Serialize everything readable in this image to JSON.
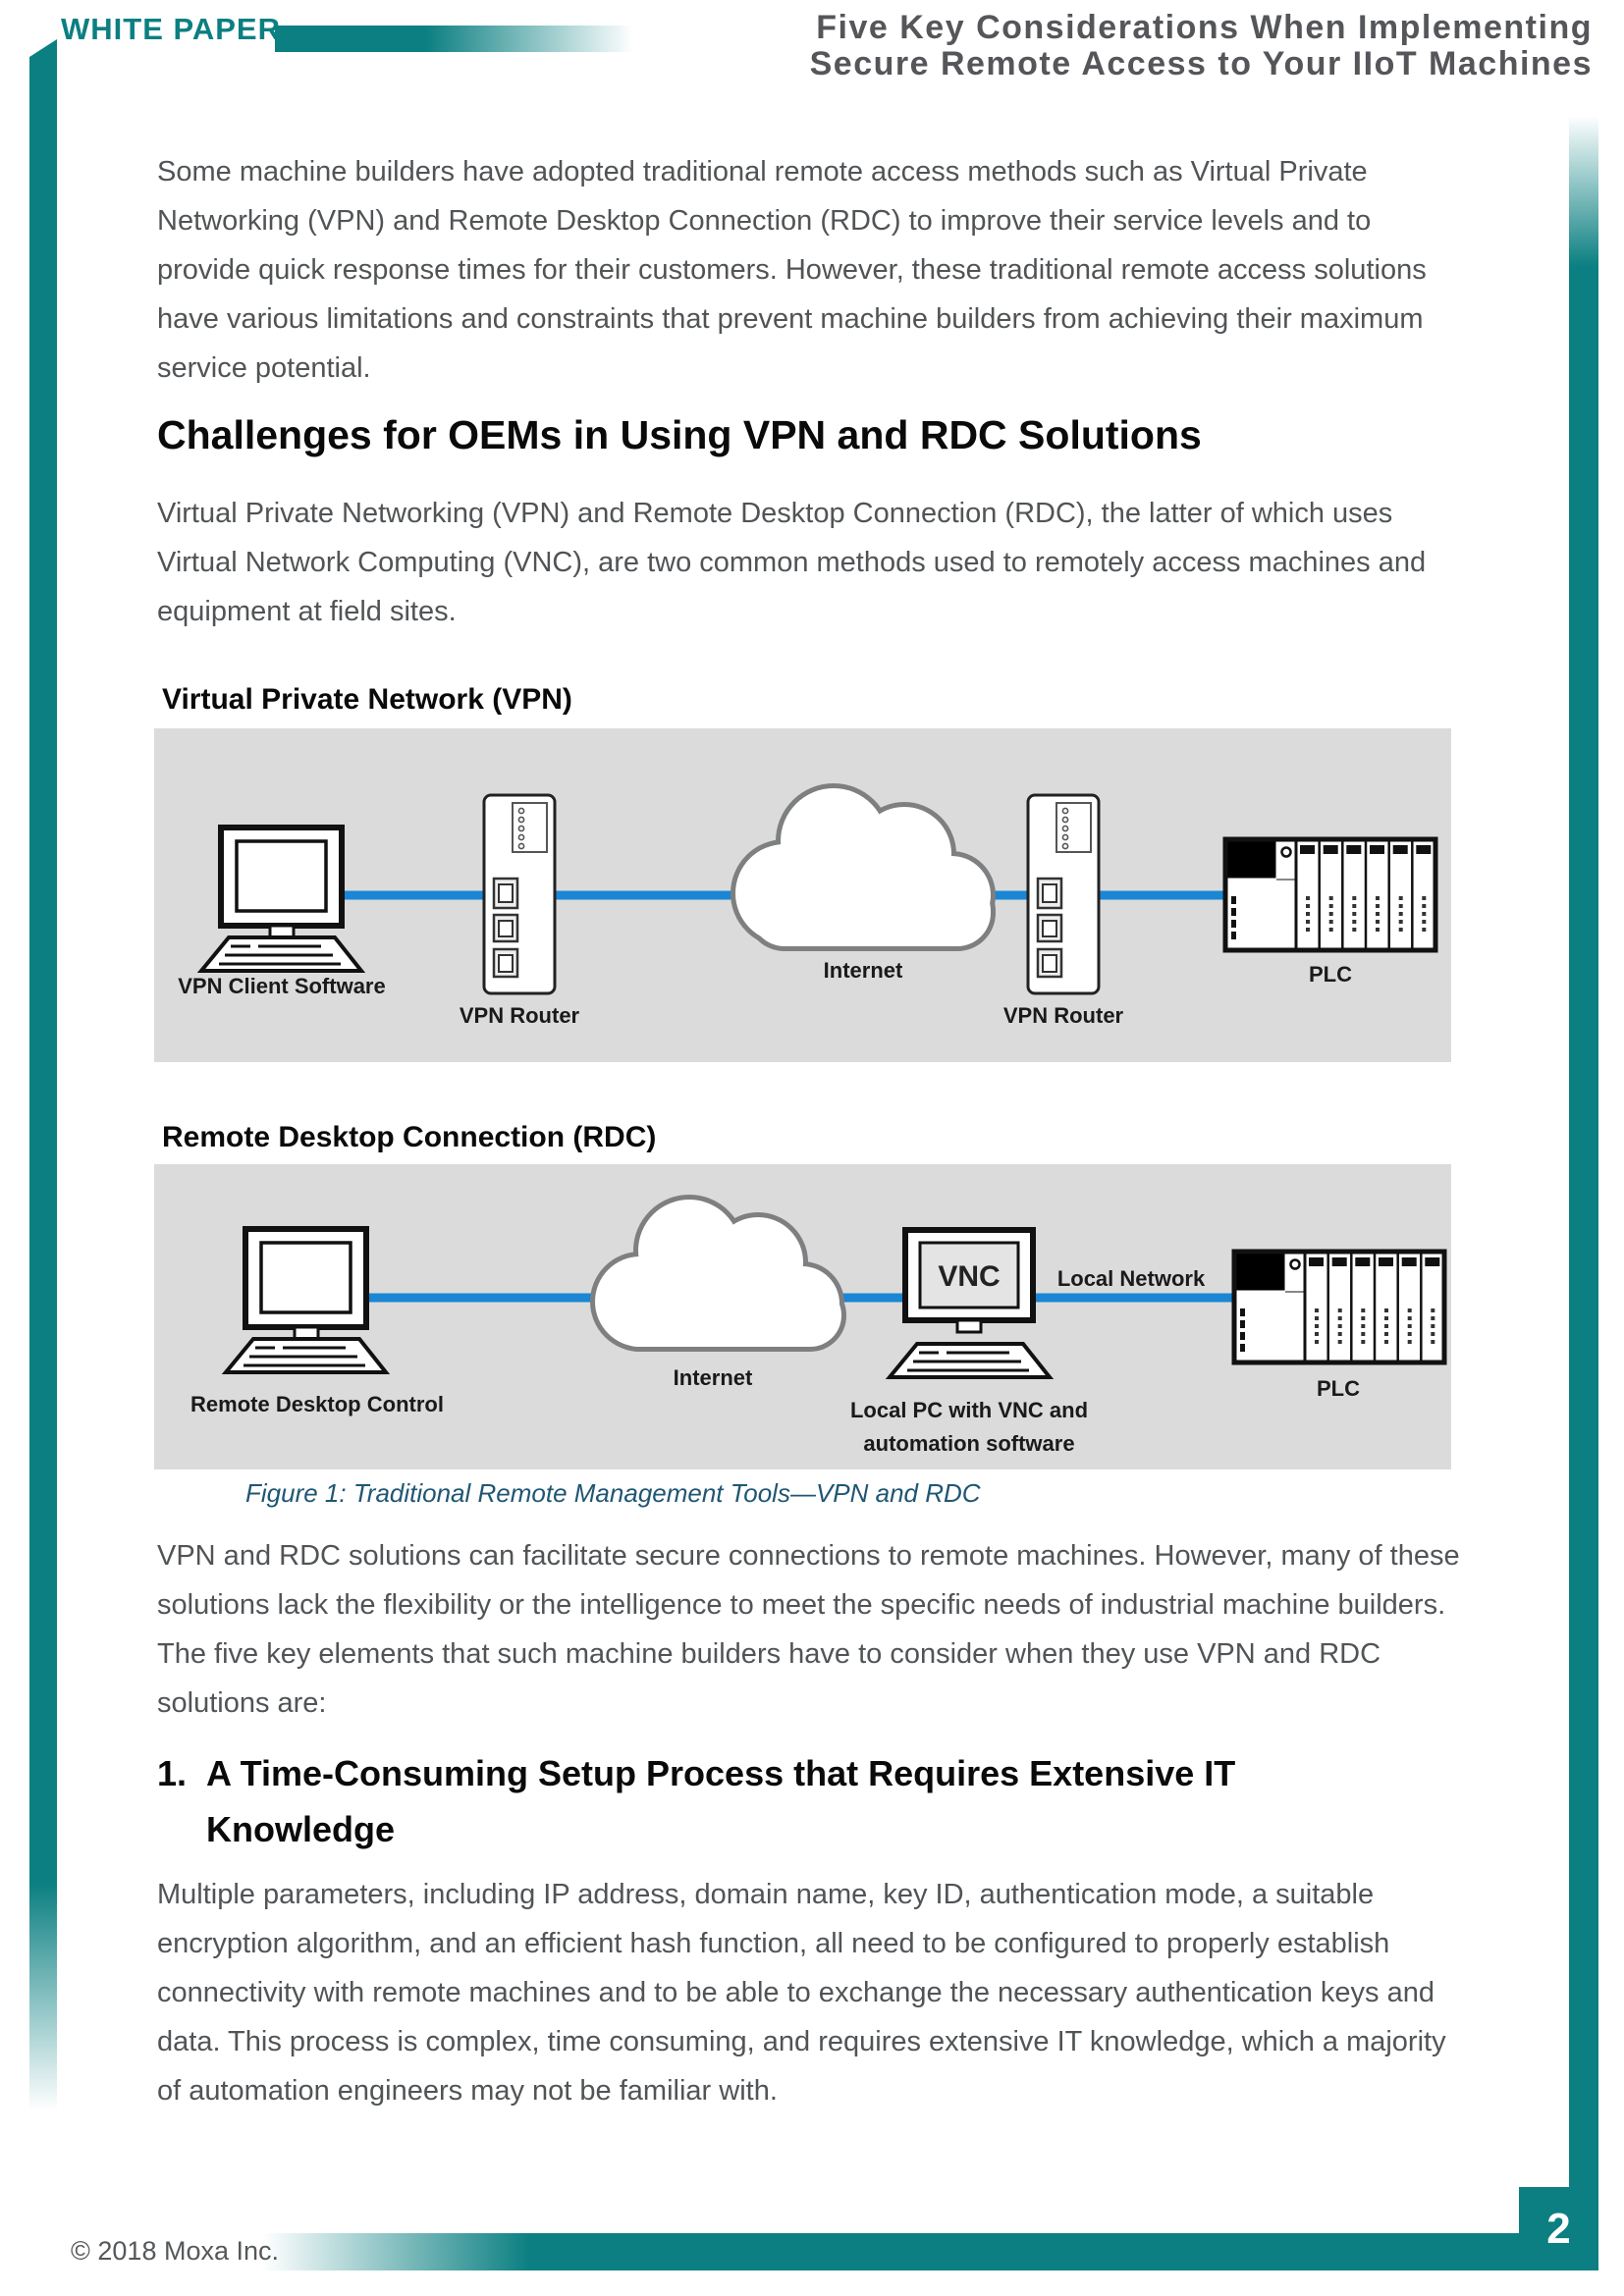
{
  "header": {
    "kicker": "WHITE PAPER",
    "title_line1": "Five Key Considerations When Implementing",
    "title_line2": "Secure Remote Access to Your IIoT Machines"
  },
  "intro": "Some machine builders have adopted traditional remote access methods such as Virtual Private Networking (VPN) and Remote Desktop Connection (RDC) to improve their service levels and to provide quick response times for their customers. However, these traditional remote access solutions have various limitations and constraints that prevent machine builders from achieving their maximum service potential.",
  "section": {
    "heading": "Challenges for OEMs in Using VPN and RDC Solutions",
    "intro": "Virtual Private Networking (VPN) and Remote Desktop Connection (RDC), the latter of which uses Virtual Network Computing (VNC), are two common methods used to remotely access machines and equipment at field sites."
  },
  "figure": {
    "vpn": {
      "title": "Virtual Private Network (VPN)",
      "labels": {
        "client": "VPN Client Software",
        "router": "VPN Router",
        "internet": "Internet",
        "plc": "PLC"
      }
    },
    "rdc": {
      "title": "Remote Desktop Connection (RDC)",
      "labels": {
        "control": "Remote Desktop Control",
        "internet": "Internet",
        "vnc_screen": "VNC",
        "local_pc_line1": "Local PC with VNC and",
        "local_pc_line2": "automation software",
        "local_network": "Local Network",
        "plc": "PLC"
      }
    },
    "caption": "Figure 1: Traditional Remote Management Tools—VPN and RDC"
  },
  "figure_discussion": "VPN and RDC solutions can facilitate secure connections to remote machines. However, many of these solutions lack the flexibility or the intelligence to meet the specific needs of industrial machine builders. The five key elements that such machine builders have to consider when they use VPN and RDC solutions are:",
  "numbered_section": {
    "number": "1.",
    "title_line1": "A Time-Consuming Setup Process that Requires Extensive IT",
    "title_line2": "Knowledge",
    "body": "Multiple parameters, including IP address, domain name, key ID, authentication mode, a suitable encryption algorithm, and an efficient hash function, all need to be configured to properly establish connectivity with remote machines and to be able to exchange the necessary authentication keys and data. This process is complex, time consuming, and requires extensive IT knowledge, which a majority of automation engineers may not be familiar with.",
    "footer_note": ""
  },
  "footer": {
    "copyright": "© 2018 Moxa Inc.",
    "page_number": "2"
  },
  "colors": {
    "brand_teal": "#0b7f81",
    "body_text": "#515456",
    "heading_black": "#0a0a0a",
    "header_title_gray": "#55565a",
    "caption_blue": "#1f5673",
    "diagram_background": "#dbdbdc",
    "network_line_blue": "#1a86d4"
  }
}
